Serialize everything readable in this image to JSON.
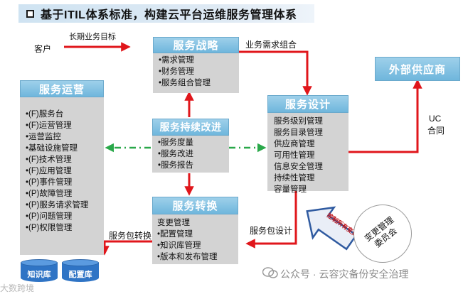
{
  "title": "基于ITIL体系标准，构建云平台运维服务管理体系",
  "labels": {
    "customer": "客户",
    "long_term_goal": "长期业务目标",
    "business_demand": "业务需求组合",
    "uc_line1": "UC",
    "uc_line2": "合同",
    "package_design": "服务包设计",
    "package_transition": "服务包转换"
  },
  "strategy": {
    "title": "服务战略",
    "items": [
      "•需求管理",
      "•财务管理",
      "•服务组合管理"
    ]
  },
  "operation": {
    "title": "服务运营",
    "items": [
      "•(F)服务台",
      "•(F)运营管理",
      "•运营监控",
      "•基础设施管理",
      "•(F)技术管理",
      "•(F)应用管理",
      "•(P)事件管理",
      "•(P)故障管理",
      "•(P)服务请求管理",
      "•(P)问题管理",
      "•(P)权限管理"
    ]
  },
  "improvement": {
    "title": "服务持续改进",
    "items": [
      "•服务度量",
      "•服务改进",
      "•服务报告"
    ]
  },
  "design": {
    "title": "服务设计",
    "items": [
      "服务级别管理",
      "服务目录管理",
      "供应商管理",
      "可用性管理",
      "信息安全管理",
      "持续性管理",
      "容量管理"
    ]
  },
  "external": {
    "title": "外部供应商"
  },
  "transition": {
    "title": "服务转换",
    "items": [
      "变更管理",
      "•配置管理",
      "•知识库管理",
      "•版本和发布管理"
    ]
  },
  "databases": [
    "知识库",
    "配置库"
  ],
  "committee": {
    "label": "变更管理委员会",
    "arrow_text": "控制所有变更"
  },
  "watermark": {
    "left": "大数跨境",
    "right": "公众号 · 云容灾备份安全治理"
  },
  "colors": {
    "header_blue": "#7fc0e3",
    "box_gray": "#d3d3d3",
    "arrow_red": "#e0161b",
    "dash_green": "#2aa84a",
    "db_blue": "#2f74c5"
  }
}
